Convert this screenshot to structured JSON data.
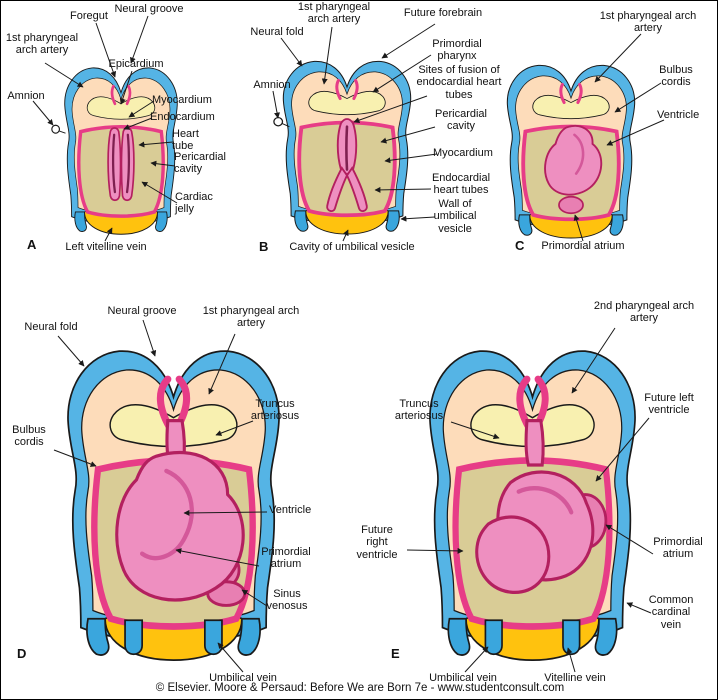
{
  "caption": "© Elsevier. Moore & Persaud: Before We are Born 7e - www.studentconsult.com",
  "colors": {
    "amnion_blue": "#55b4e5",
    "body_peach": "#fddcba",
    "neural_plate_yellow": "#f8f0b0",
    "pericardium_pink": "#e73c87",
    "heart_pink": "#ee8fc0",
    "myocardium_tan": "#d9cc96",
    "umbilical_vesicle_orange": "#ffc20e",
    "endocardium_maroon": "#7e2050"
  },
  "panels": {
    "A": {
      "letter": "A",
      "labels": {
        "foregut": "Foregut",
        "neural_groove": "Neural groove",
        "arch_artery": "1st pharyngeal arch artery",
        "epicardium": "Epicardium",
        "myocardium": "Myocardium",
        "endocardium": "Endocardium",
        "heart_tube": "Heart tube",
        "pericardial_cavity": "Pericardial cavity",
        "cardiac_jelly": "Cardiac jelly",
        "amnion": "Amnion",
        "left_vitelline_vein": "Left vitelline vein"
      }
    },
    "B": {
      "letter": "B",
      "labels": {
        "arch_artery": "1st pharyngeal arch artery",
        "neural_fold": "Neural fold",
        "amnion": "Amnion",
        "future_forebrain": "Future forebrain",
        "primordial_pharynx": "Primordial pharynx",
        "sites_of_fusion": "Sites of fusion of endocardial heart tubes",
        "pericardial_cavity": "Pericardial cavity",
        "myocardium": "Myocardium",
        "endocardial_heart_tubes": "Endocardial heart tubes",
        "wall_of_umbilical_vesicle": "Wall of umbilical vesicle",
        "cavity_of_umbilical_vesicle": "Cavity of umbilical vesicle"
      }
    },
    "C": {
      "letter": "C",
      "labels": {
        "arch_artery": "1st pharyngeal arch artery",
        "bulbus_cordis": "Bulbus cordis",
        "ventricle": "Ventricle",
        "primordial_atrium": "Primordial atrium"
      }
    },
    "D": {
      "letter": "D",
      "labels": {
        "neural_groove": "Neural groove",
        "neural_fold": "Neural fold",
        "arch_artery": "1st pharyngeal arch artery",
        "truncus_arteriosus": "Truncus arteriosus",
        "bulbus_cordis": "Bulbus cordis",
        "ventricle": "Ventricle",
        "primordial_atrium": "Primordial atrium",
        "sinus_venosus": "Sinus venosus",
        "umbilical_vein": "Umbilical vein"
      }
    },
    "E": {
      "letter": "E",
      "labels": {
        "arch_artery": "2nd pharyngeal arch artery",
        "truncus_arteriosus": "Truncus arteriosus",
        "future_left_ventricle": "Future left ventricle",
        "future_right_ventricle": "Future right ventricle",
        "primordial_atrium": "Primordial atrium",
        "common_cardinal_vein": "Common cardinal vein",
        "umbilical_vein": "Umbilical vein",
        "vitelline_vein": "Vitelline vein"
      }
    }
  }
}
